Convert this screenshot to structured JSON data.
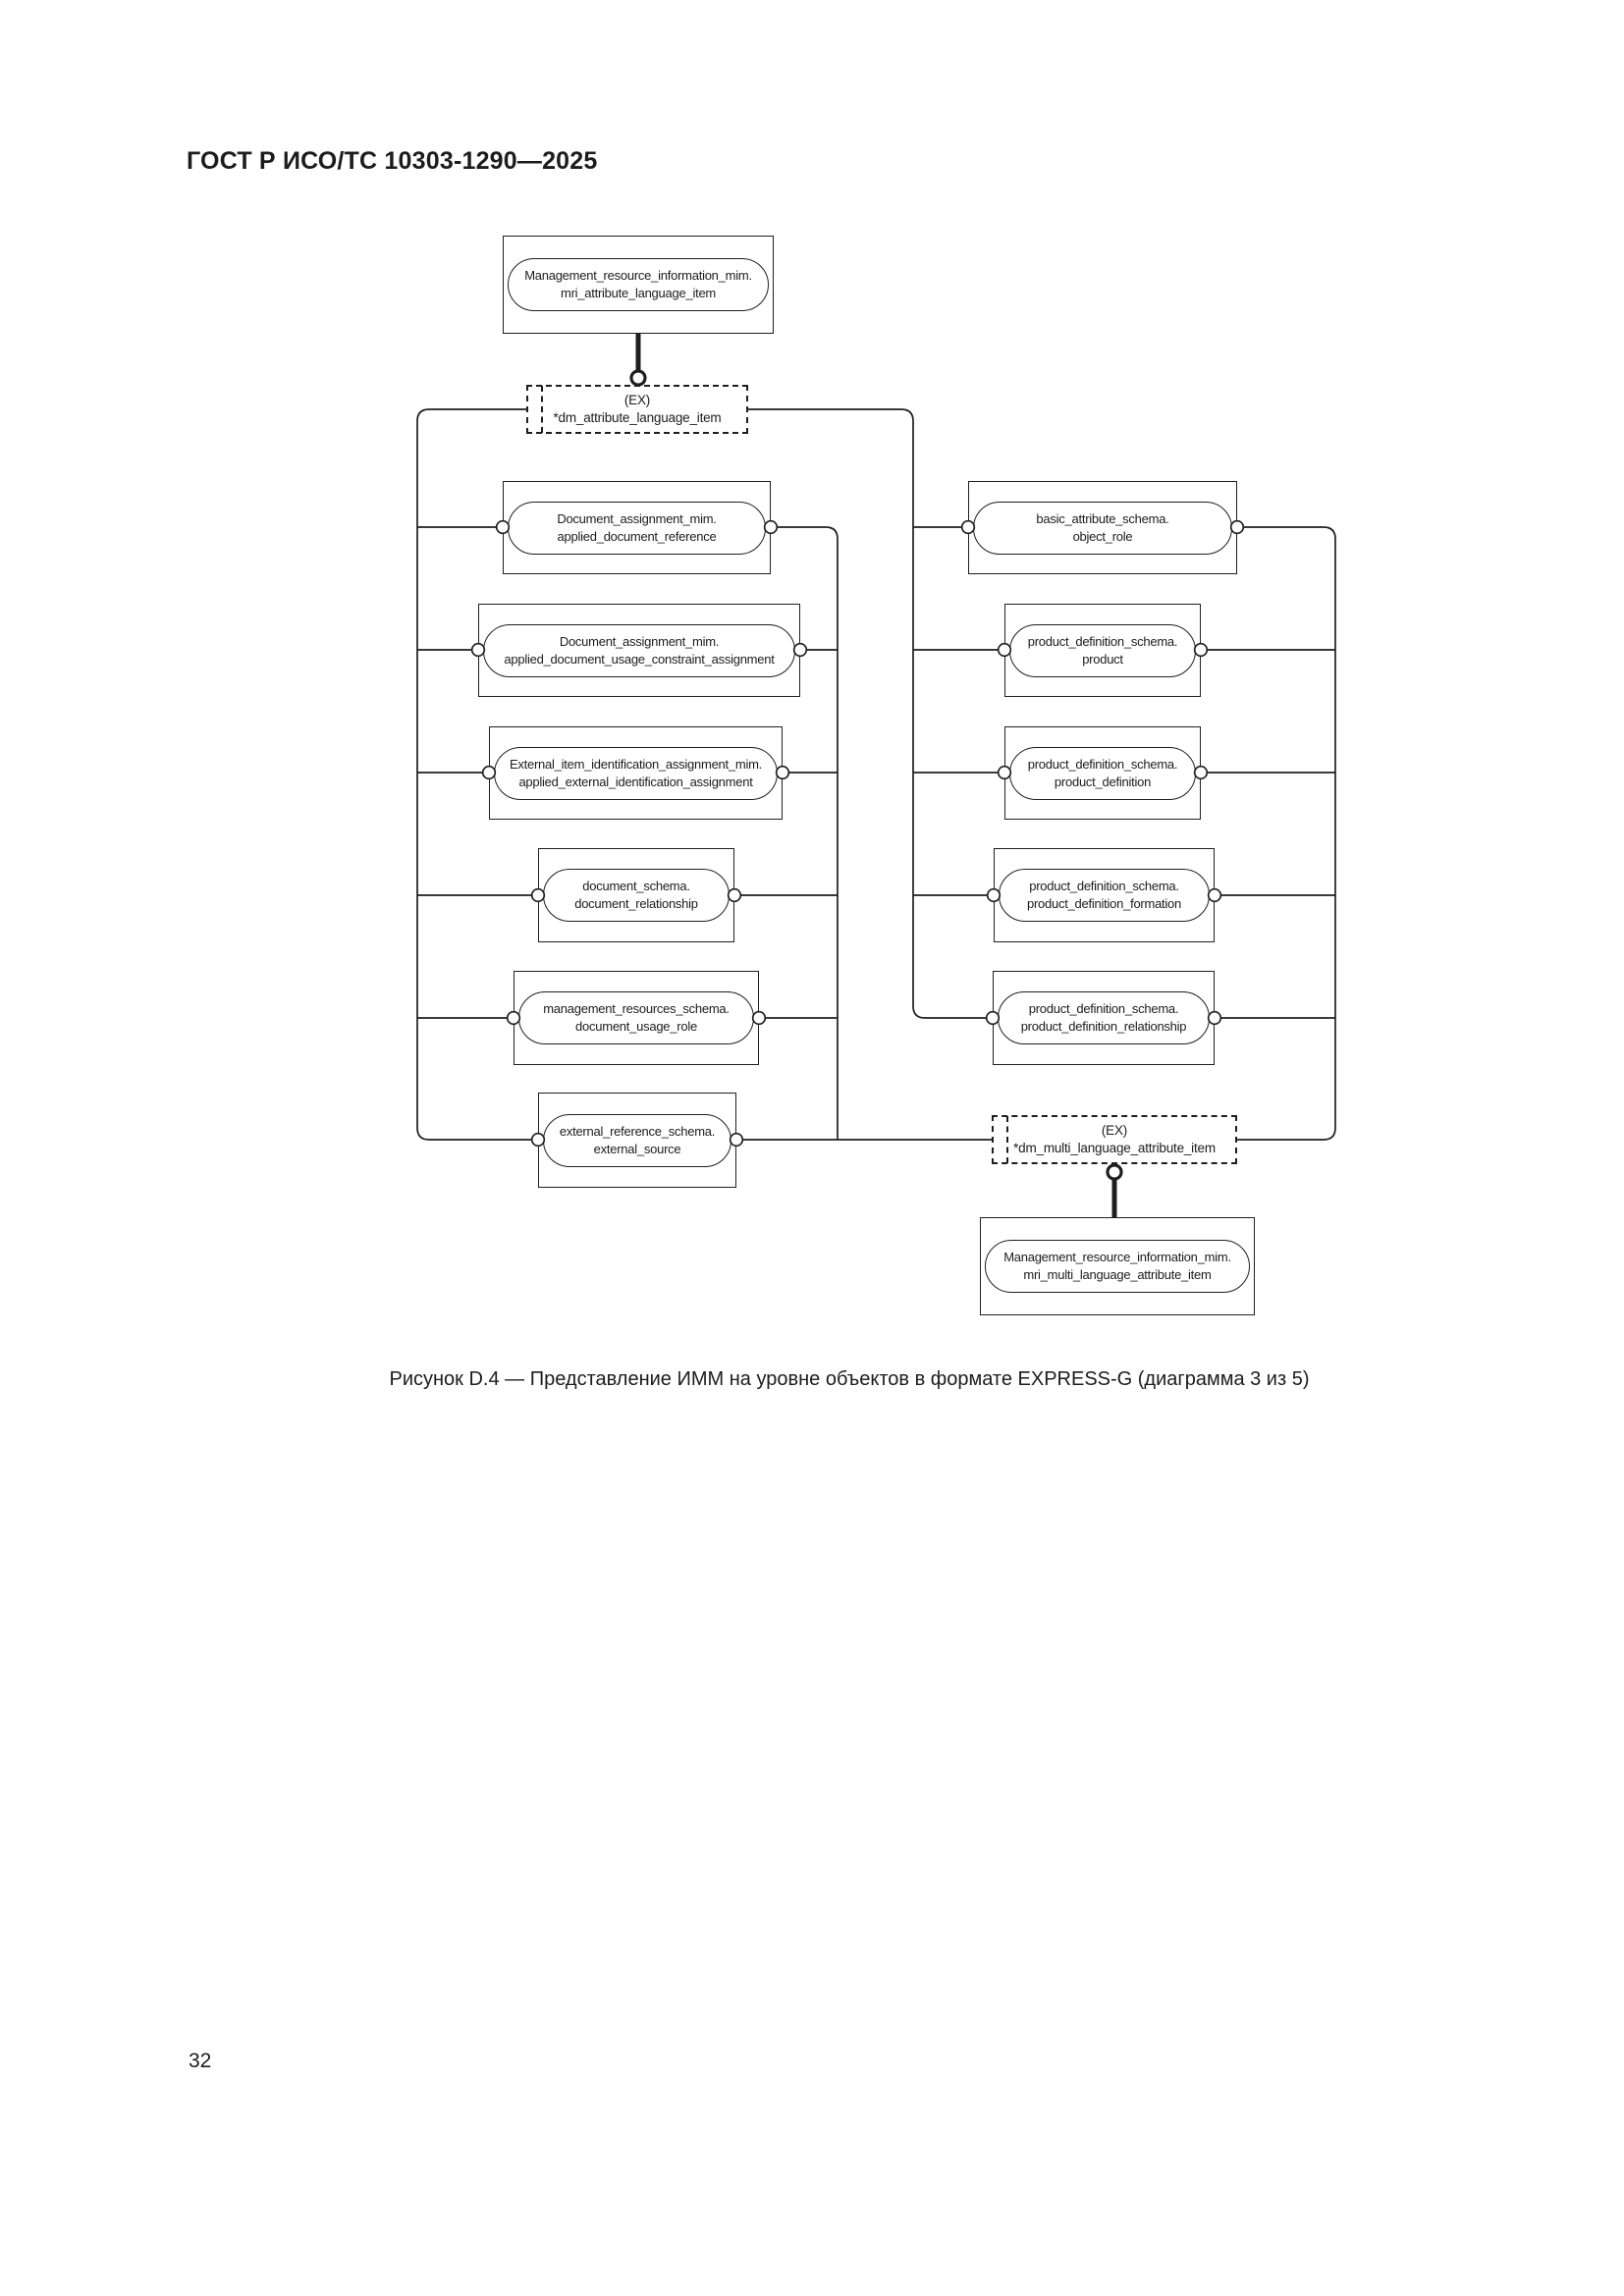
{
  "page": {
    "header": "ГОСТ Р ИСО/ТС 10303-1290—2025",
    "caption": "Рисунок D.4 — Представление ИММ на уровне объектов в формате EXPRESS-G (диаграмма 3 из 5)",
    "page_number": "32"
  },
  "diagram": {
    "type": "EXPRESS-G entity level model (diagram 3 of 5)",
    "colors": {
      "ink": "#1f1f1f",
      "paper": "#ffffff"
    },
    "nodes": {
      "a": {
        "line1": "Management_resource_information_mim.",
        "line2": "mri_attribute_language_item"
      },
      "ex1": {
        "line1": "(EX)",
        "line2": "*dm_attribute_language_item"
      },
      "b1": {
        "line1": "Document_assignment_mim.",
        "line2": "applied_document_reference"
      },
      "b2": {
        "line1": "Document_assignment_mim.",
        "line2": "applied_document_usage_constraint_assignment"
      },
      "b3": {
        "line1": "External_item_identification_assignment_mim.",
        "line2": "applied_external_identification_assignment"
      },
      "b4": {
        "line1": "document_schema.",
        "line2": "document_relationship"
      },
      "b5": {
        "line1": "management_resources_schema.",
        "line2": "document_usage_role"
      },
      "b6": {
        "line1": "external_reference_schema.",
        "line2": "external_source"
      },
      "c1": {
        "line1": "basic_attribute_schema.",
        "line2": "object_role"
      },
      "c2": {
        "line1": "product_definition_schema.",
        "line2": "product"
      },
      "c3": {
        "line1": "product_definition_schema.",
        "line2": "product_definition"
      },
      "c4": {
        "line1": "product_definition_schema.",
        "line2": "product_definition_formation"
      },
      "c5": {
        "line1": "product_definition_schema.",
        "line2": "product_definition_relationship"
      },
      "ex2": {
        "line1": "(EX)",
        "line2": "*dm_multi_language_attribute_item"
      },
      "d": {
        "line1": "Management_resource_information_mim.",
        "line2": "mri_multi_language_attribute_item"
      }
    }
  }
}
